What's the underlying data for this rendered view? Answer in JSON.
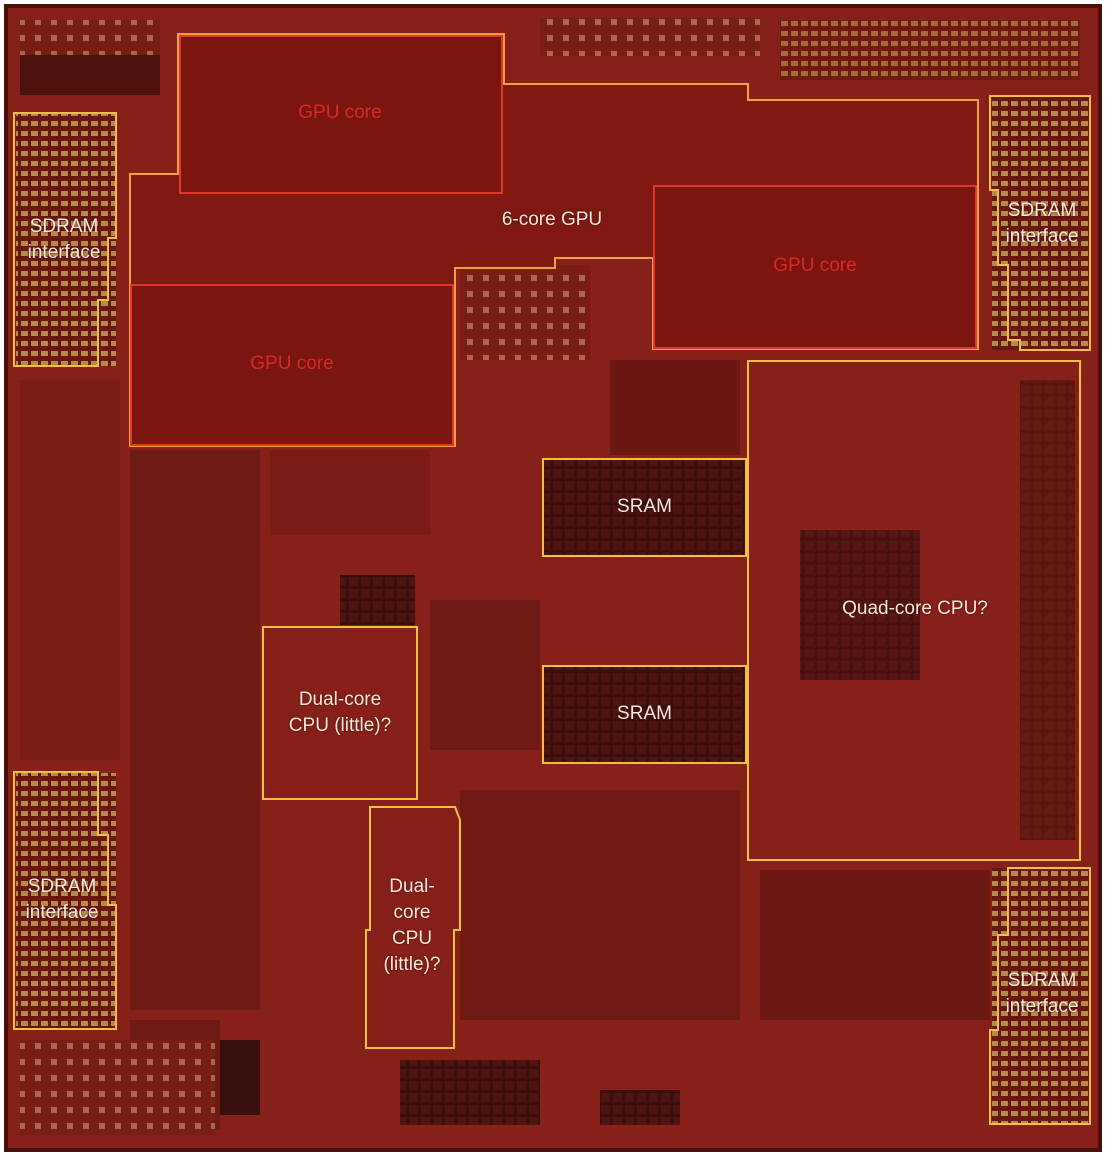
{
  "diagram": {
    "colors": {
      "die": "#862018",
      "die_dark": "#6f1a14",
      "outline_yellow": "#f0c040",
      "outline_orange": "#f0a040",
      "outline_red": "#e23828",
      "gpu_fill": "#7d1611"
    },
    "labels": {
      "gpu_core_1": "GPU core",
      "gpu_core_2": "GPU core",
      "gpu_core_3": "GPU core",
      "gpu_group": "6-core GPU",
      "sdram_tl": "SDRAM\ninterface",
      "sdram_tr": "SDRAM\ninterface",
      "sdram_bl": "SDRAM\ninterface",
      "sdram_br": "SDRAM\ninterface",
      "sram_1": "SRAM",
      "sram_2": "SRAM",
      "quad_cpu": "Quad-core CPU?",
      "dual_cpu_1": "Dual-core\nCPU (little)?",
      "dual_cpu_2": "Dual-\ncore\nCPU\n(little)?"
    }
  }
}
